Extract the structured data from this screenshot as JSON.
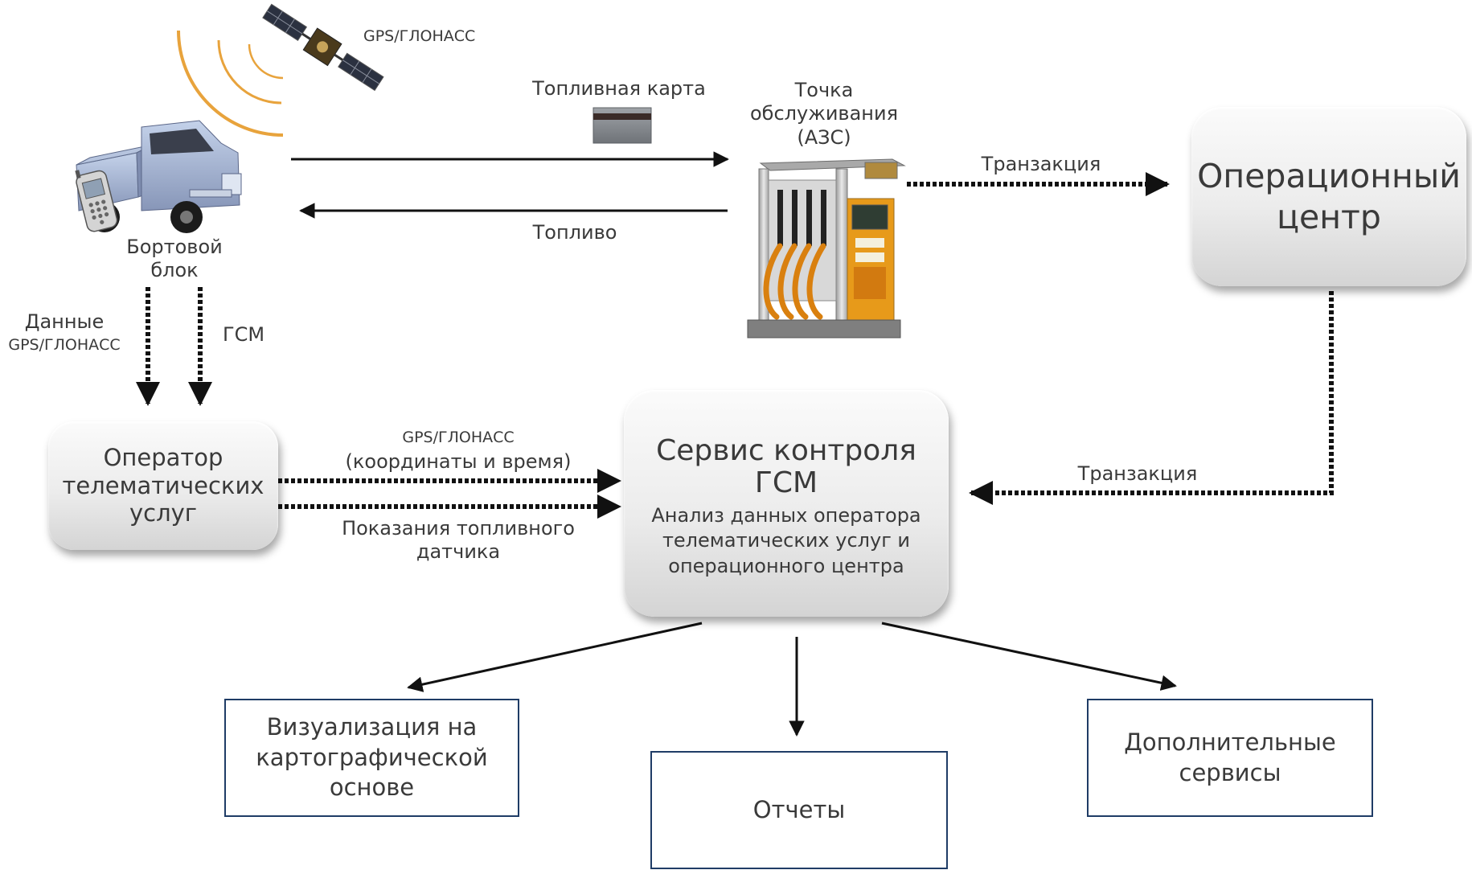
{
  "satellite": {
    "label": "GPS/ГЛОНАСС",
    "icon": "satellite-icon"
  },
  "truck": {
    "label": "Бортовой\nблок",
    "icon": "truck-icon",
    "phone_icon": "phone-icon"
  },
  "fuel_card": {
    "label": "Топливная карта",
    "icon": "fuel-card-icon"
  },
  "fuel_return": {
    "label": "Топливо"
  },
  "station": {
    "label": "Точка\nобслуживания\n(АЗС)",
    "icon": "fuel-pump-icon"
  },
  "transaction_top": {
    "label": "Транзакция"
  },
  "operations_center": {
    "label": "Операционный\nцентр"
  },
  "truck_links": {
    "left_label_1": "Данные",
    "left_label_2": "GPS/ГЛОНАСС",
    "right_label": "ГСМ"
  },
  "telematics_operator": {
    "label": "Оператор\nтелематических\nуслуг"
  },
  "gps_link": {
    "label_1": "GPS/ГЛОНАСС",
    "label_2": "(координаты и время)"
  },
  "sensor_link": {
    "label": "Показания топливного\nдатчика"
  },
  "fuel_service": {
    "title": "Сервис контроля ГСМ",
    "subtitle": "Анализ данных оператора\nтелематических услуг и\nоперационного  центра"
  },
  "transaction_right": {
    "label": "Транзакция"
  },
  "outputs": {
    "map": "Визуализация на\nкартографической\nоснове",
    "reports": "Отчеты",
    "extra": "Дополнительные\nсервисы"
  },
  "colors": {
    "box_border": "#1f3c66",
    "signal": "#e8a33c",
    "arrow": "#111111"
  }
}
